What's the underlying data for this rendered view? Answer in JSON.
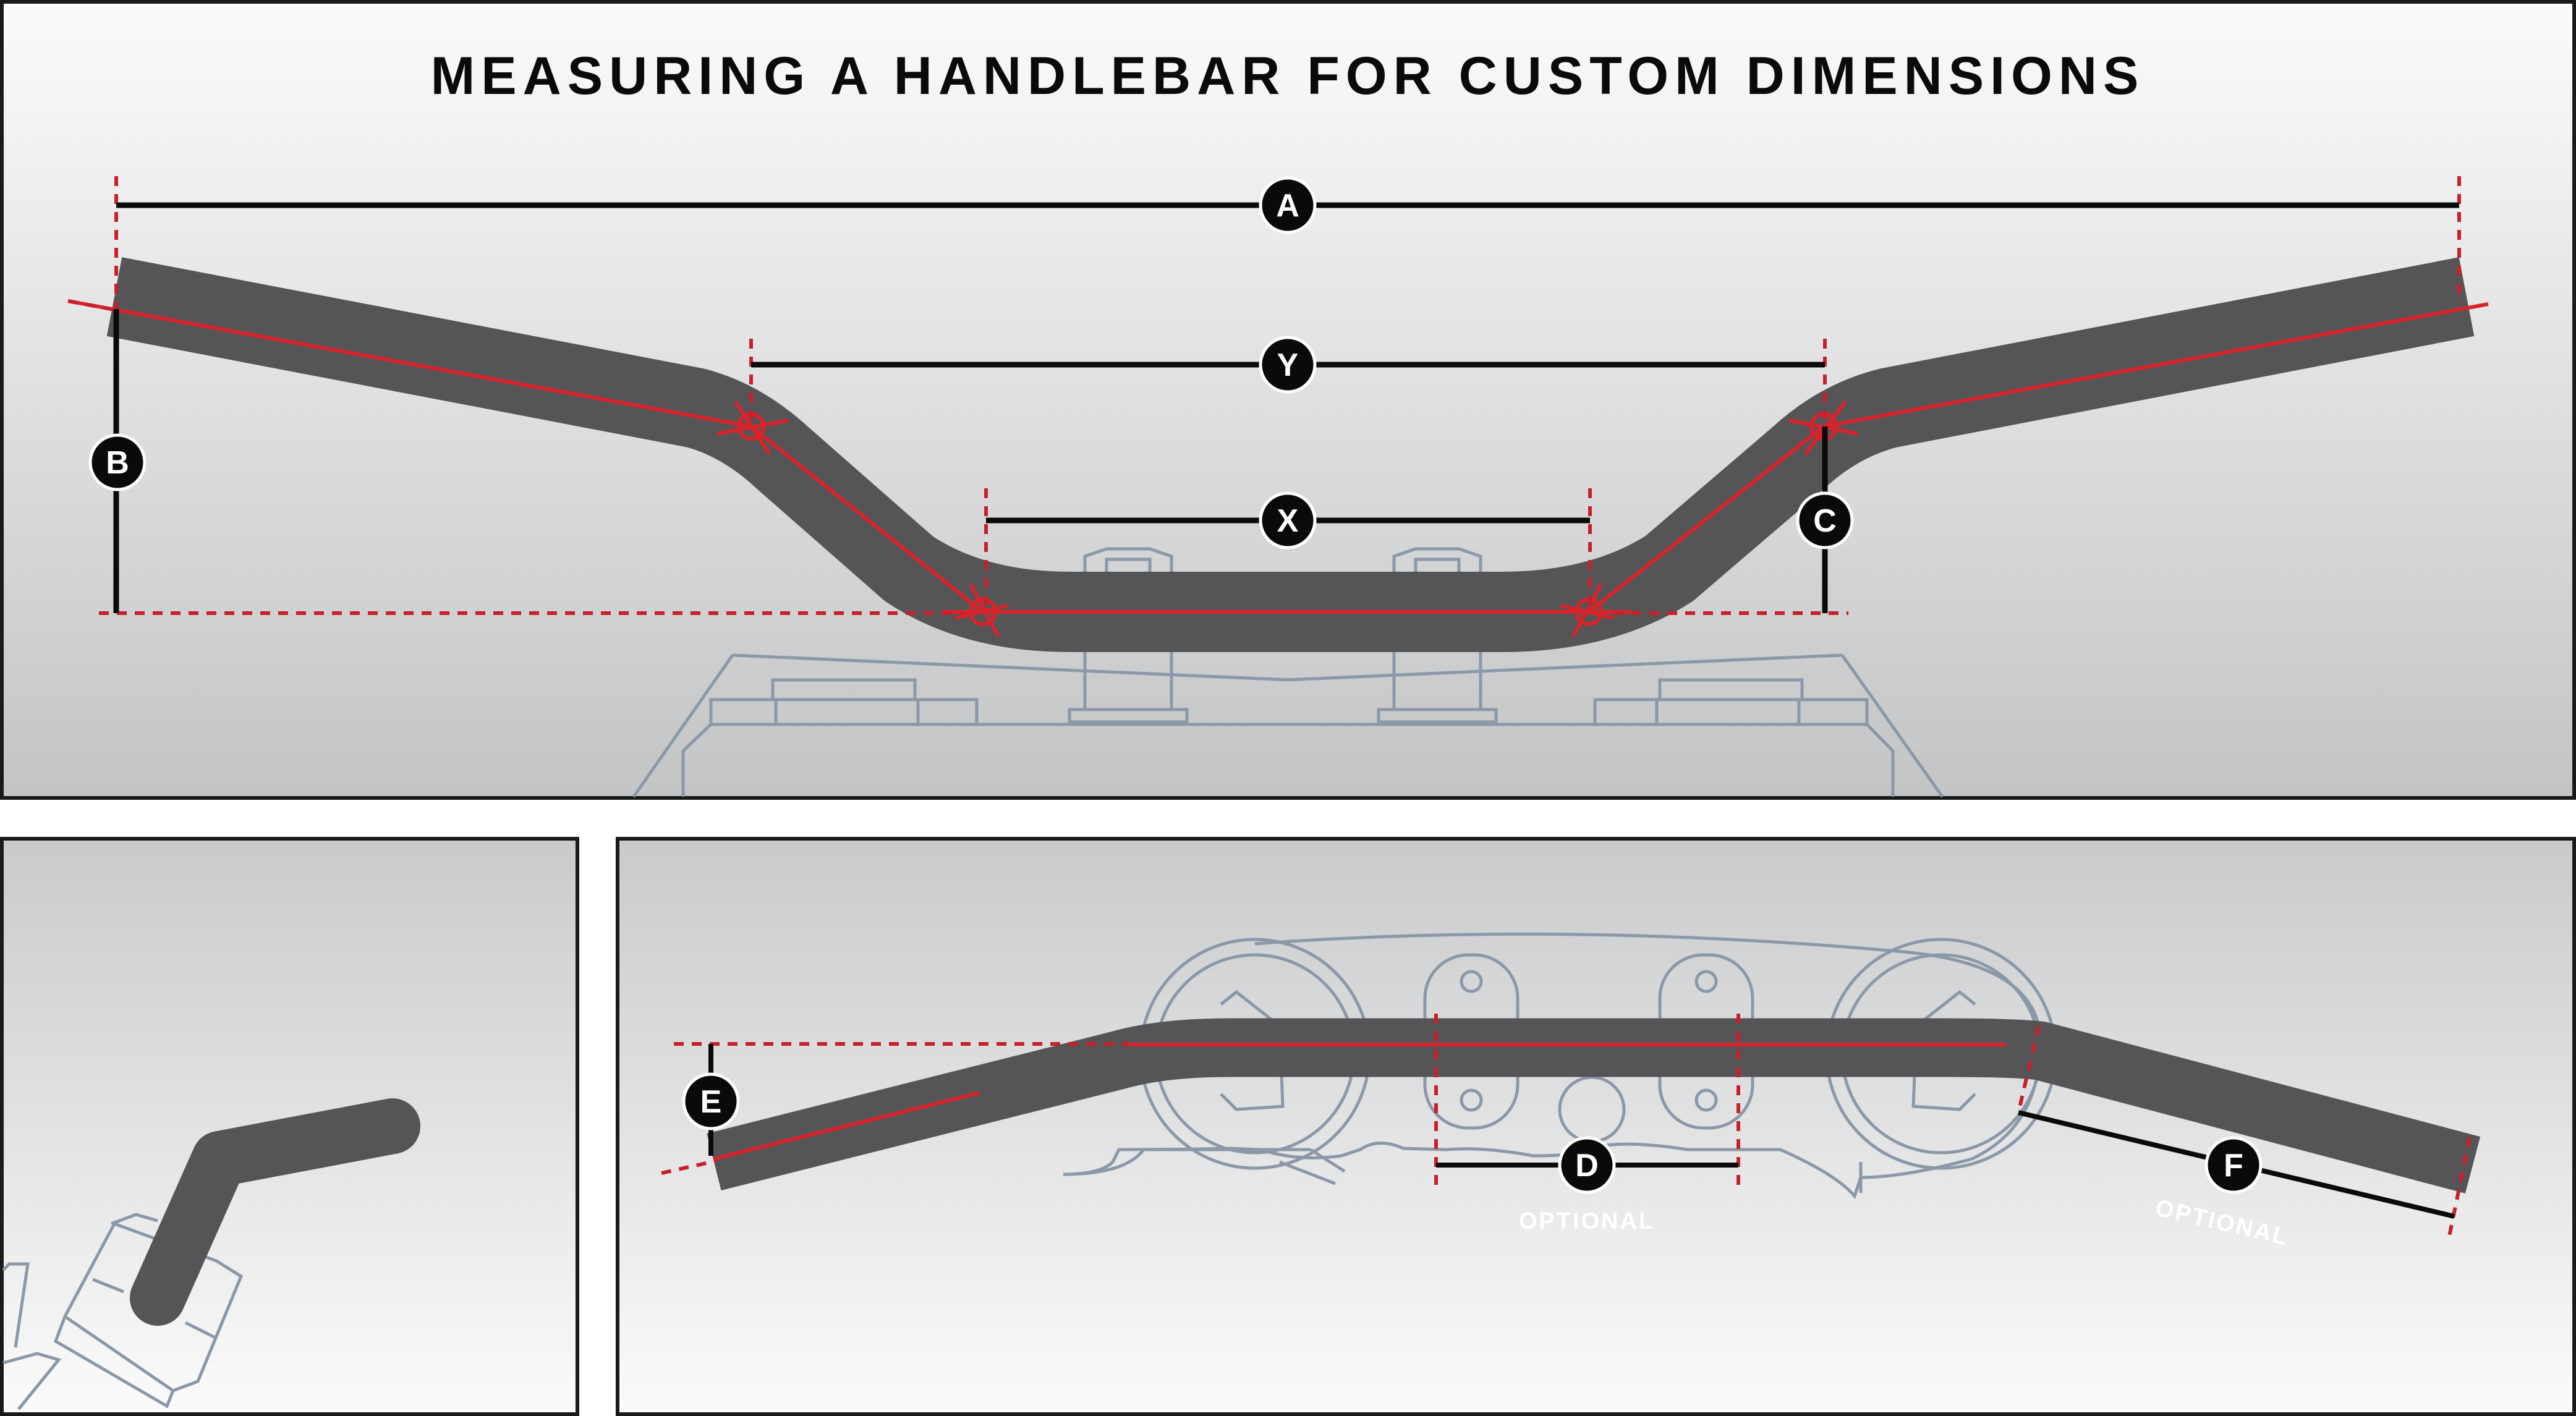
{
  "title": "MEASURING A HANDLEBAR FOR CUSTOM DIMENSIONS",
  "labels": {
    "a": "A",
    "y": "Y",
    "x": "X",
    "b": "B",
    "c": "C",
    "d": "D",
    "e": "E",
    "f": "F"
  },
  "optional_d": "OPTIONAL",
  "optional_f": "OPTIONAL",
  "colors": {
    "bar": "#555557",
    "measure_red": "#d8232a",
    "dim_line": "#0a0a0a",
    "mount_outline": "#8a98a8",
    "panel_border": "#1a1a1a"
  }
}
